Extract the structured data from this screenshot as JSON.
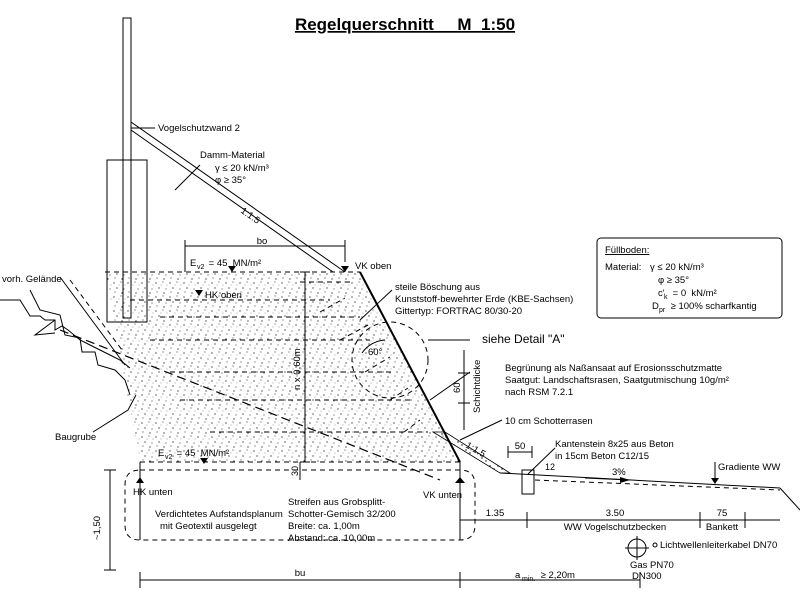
{
  "title": "Regelquerschnitt     M  1:50",
  "labels": {
    "vogelschutzwand": "Vogelschutzwand 2",
    "damm_material": "Damm-Material",
    "damm_gamma": "γ ≤ 20  kN/m³",
    "damm_phi": "φ ≥ 35°",
    "slope_ratio": "1:1.5",
    "bo": "bo",
    "ev2_top": "E",
    "ev2_top_sub": "v2",
    "ev2_top_val": " = 45  MN/m²",
    "vk_oben": "VK oben",
    "hk_oben": "HK oben",
    "vorh_gelaende": "vorh. Gelände",
    "steile_1": "steile Böschung aus",
    "steile_2": "Kunststoff-bewehrter Erde (KBE-Sachsen)",
    "steile_3": "Gittertyp:  FORTRAC 80/30-20",
    "n_x": "n x 0,60m",
    "angle": "60°",
    "detail": "siehe Detail \"A\"",
    "dim_60": "60",
    "schichtdicke": "Schichtdicke",
    "begruenung_1": "Begrünung als Naßansaat auf Erosionsschutzmatte",
    "begruenung_2": "Saatgut:  Landschaftsrasen,  Saatgutmischung 10g/m²",
    "begruenung_3": "nach  RSM  7.2.1",
    "baugrube": "Baugrube",
    "schotterrasen": "10 cm Schotterrasen",
    "slope_ratio2": "1:1.5",
    "dim_50": "50",
    "dim_12": "12",
    "kantenstein_1": "Kantenstein 8x25 aus Beton",
    "kantenstein_2": "in  15cm  Beton  C12/15",
    "ev2_bot": "E",
    "ev2_bot_sub": "v2",
    "ev2_bot_val": " = 45  MN/m²",
    "dim_30": "30",
    "percent": "3%",
    "gradiente": "Gradiente  WW",
    "hk_unten": "HK unten",
    "vk_unten": "VK unten",
    "planum_1": "Verdichtetes Aufstandsplanum",
    "planum_2": "mit Geotextil ausgelegt",
    "streifen_1": "Streifen aus Grobsplitt-",
    "streifen_2": "Schotter-Gemisch  32/200",
    "streifen_3": "Breite:  ca. 1,00m",
    "streifen_4": "Abstand:  ca. 10,00m",
    "dim_150": "~1,50",
    "dim_135": "1.35",
    "dim_350": "3.50",
    "dim_75": "75",
    "ww_becken": "WW Vogelschutzbecken",
    "bankett": "Bankett",
    "lwl_kabel": "Lichtwellenleiterkabel DN70",
    "gas_1": "Gas  PN70",
    "gas_2": "DN300",
    "bu": "bu",
    "amin": "a",
    "amin_sub": "min.",
    "amin_val": " ≥ 2,20m"
  },
  "fuellboden": {
    "heading": "Füllboden:",
    "material_label": "Material:",
    "gamma": "γ ≤ 20  kN/m³",
    "phi": "φ ≥ 35°",
    "c": "c'",
    "c_sub": "k",
    "c_val": " = 0  kN/m²",
    "d": "D",
    "d_sub": "pr",
    "d_val": " ≥ 100% scharfkantig"
  }
}
